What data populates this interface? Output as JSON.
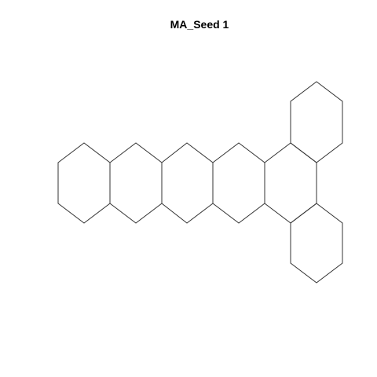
{
  "title": "MA_Seed 1",
  "colors": {
    "background": "#ffffff",
    "line": "#333333",
    "title": "#000000"
  },
  "diagram": {
    "shape": "hexagonal-cell-tiling",
    "cells": [
      {
        "id": "hex-1",
        "row": "main"
      },
      {
        "id": "hex-2",
        "row": "main"
      },
      {
        "id": "hex-3",
        "row": "main"
      },
      {
        "id": "hex-4",
        "row": "main"
      },
      {
        "id": "hex-5",
        "row": "main"
      },
      {
        "id": "hex-6",
        "row": "upper-branch"
      },
      {
        "id": "hex-7",
        "row": "lower-branch"
      }
    ]
  }
}
